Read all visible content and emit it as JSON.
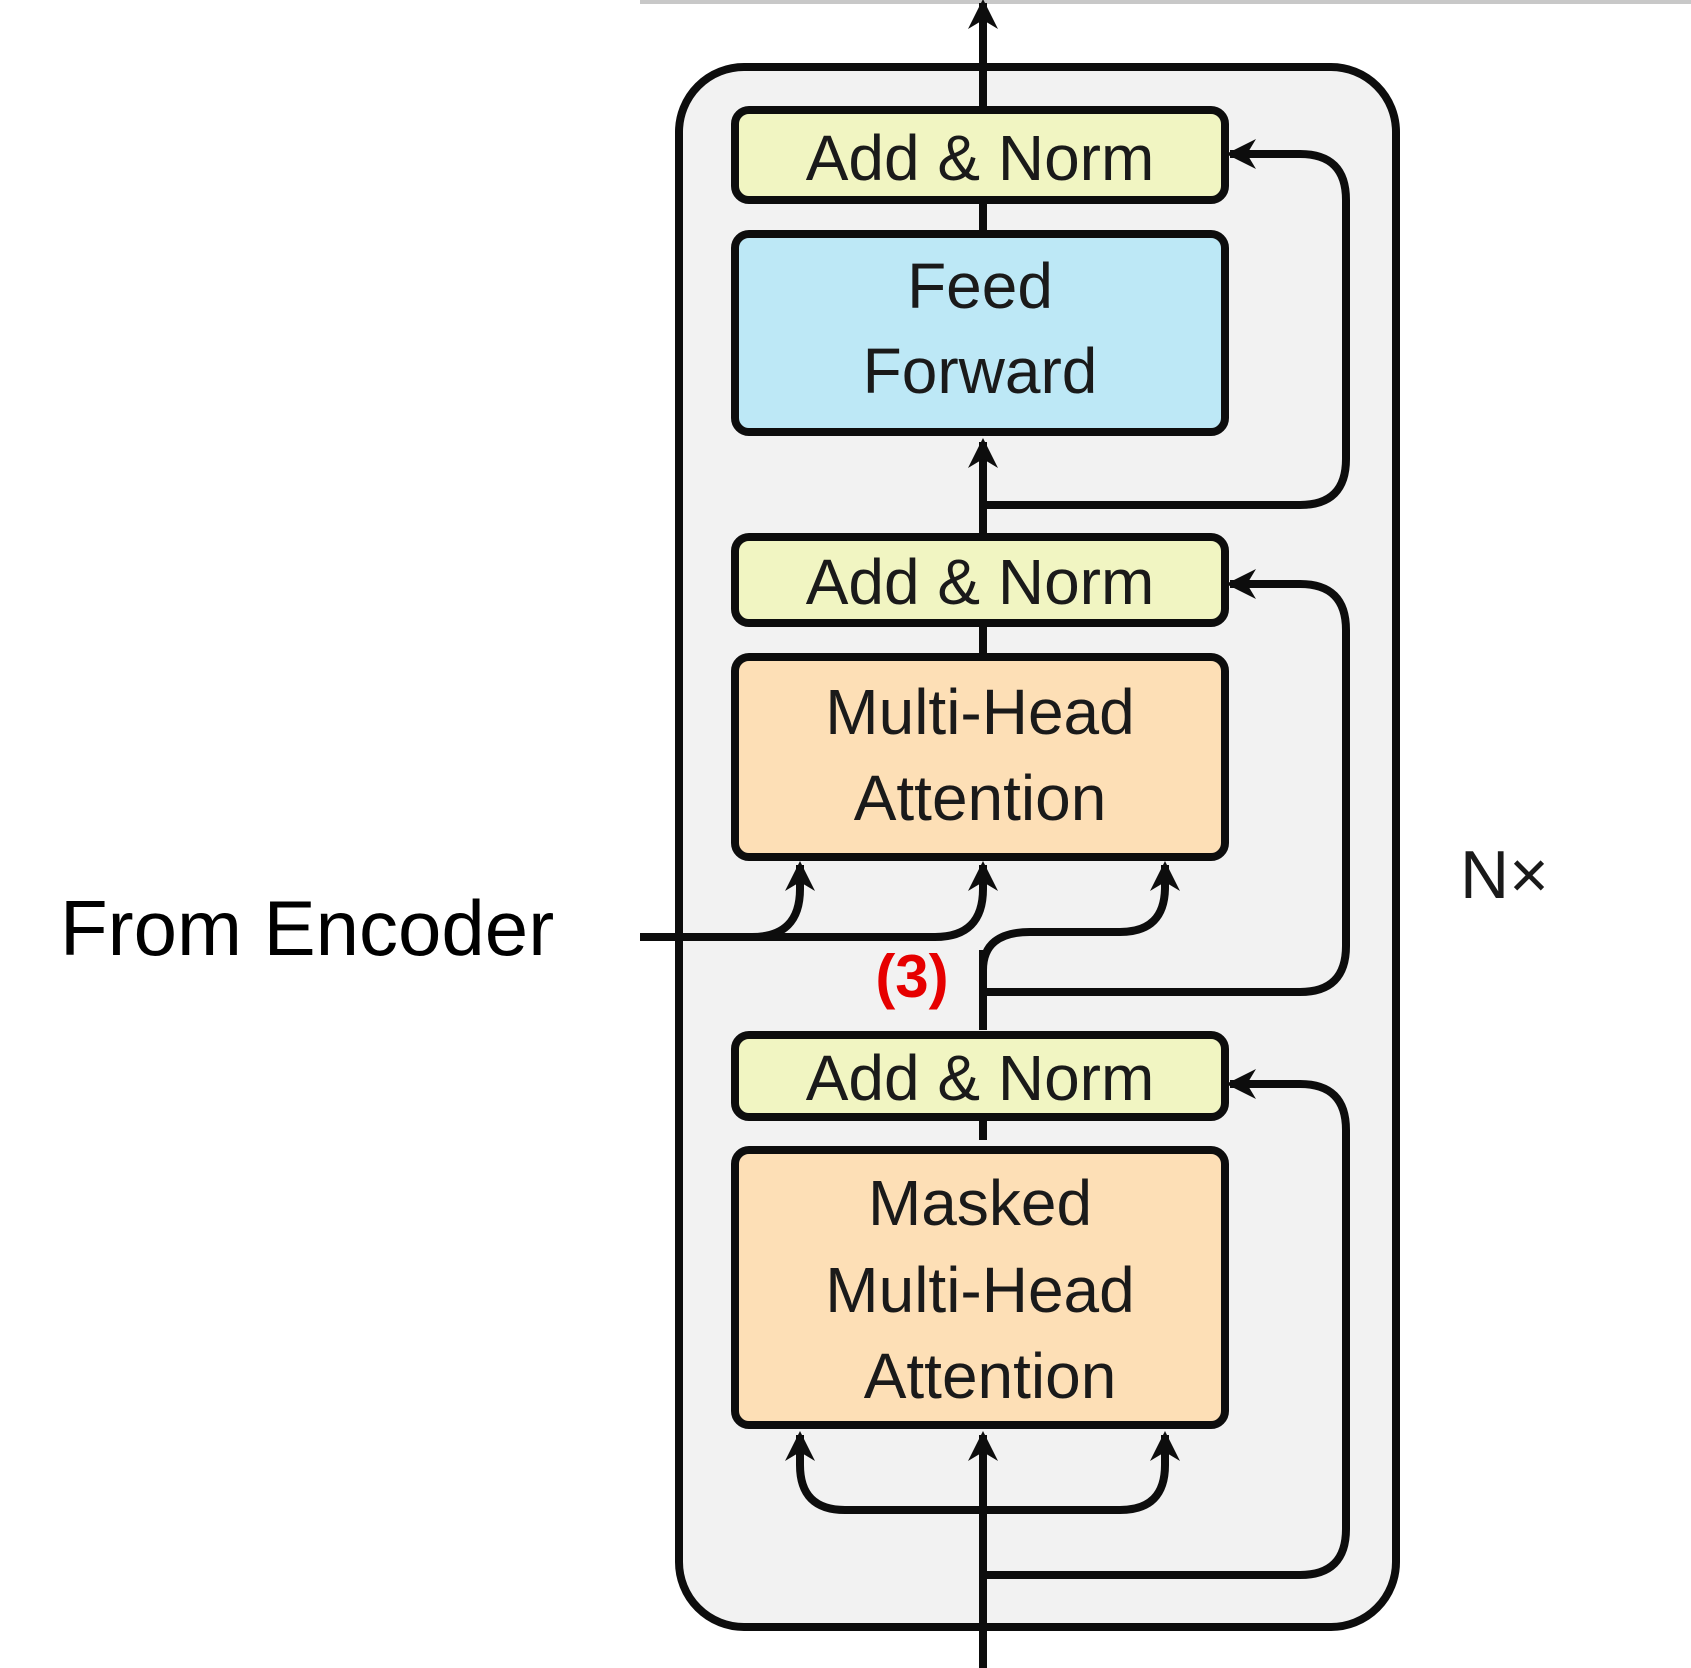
{
  "blocks": {
    "top_add_norm": "Add & Norm",
    "feed_forward": [
      "Feed",
      "Forward"
    ],
    "mid_add_norm": "Add & Norm",
    "multi_head": [
      "Multi-Head",
      "Attention"
    ],
    "bottom_add_norm": "Add & Norm",
    "masked_multi_head": [
      "Masked",
      "Multi-Head",
      "Attention"
    ]
  },
  "labels": {
    "from_encoder": "From Encoder",
    "repeat": "N×",
    "marker": "(3)"
  },
  "colors": {
    "add_norm_fill": "#f1f5c2",
    "feed_forward_fill": "#bde8f6",
    "attention_fill": "#fddfb6",
    "container_fill": "#f2f2f2",
    "stroke": "#0d0d0d",
    "marker": "#e60000"
  }
}
